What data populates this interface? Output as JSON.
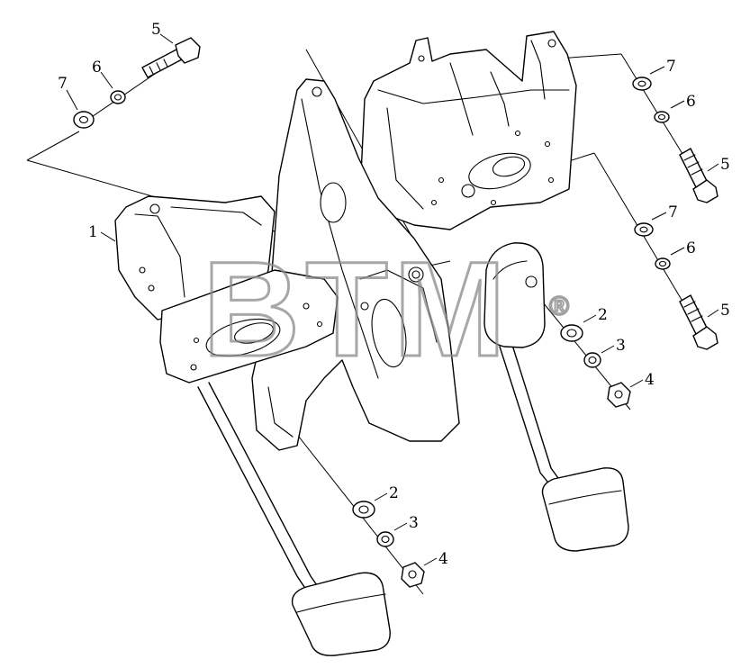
{
  "diagram": {
    "watermark": "BTM",
    "watermark_mark": "®",
    "callouts": [
      {
        "id": "c1",
        "label": "1"
      },
      {
        "id": "c2a",
        "label": "2"
      },
      {
        "id": "c3a",
        "label": "3"
      },
      {
        "id": "c4a",
        "label": "4"
      },
      {
        "id": "c2b",
        "label": "2"
      },
      {
        "id": "c3b",
        "label": "3"
      },
      {
        "id": "c4b",
        "label": "4"
      },
      {
        "id": "c5a",
        "label": "5"
      },
      {
        "id": "c6a",
        "label": "6"
      },
      {
        "id": "c7a",
        "label": "7"
      },
      {
        "id": "c5b",
        "label": "5"
      },
      {
        "id": "c6b",
        "label": "6"
      },
      {
        "id": "c7b",
        "label": "7"
      },
      {
        "id": "c5c",
        "label": "5"
      },
      {
        "id": "c6c",
        "label": "6"
      },
      {
        "id": "c7c",
        "label": "7"
      }
    ]
  }
}
